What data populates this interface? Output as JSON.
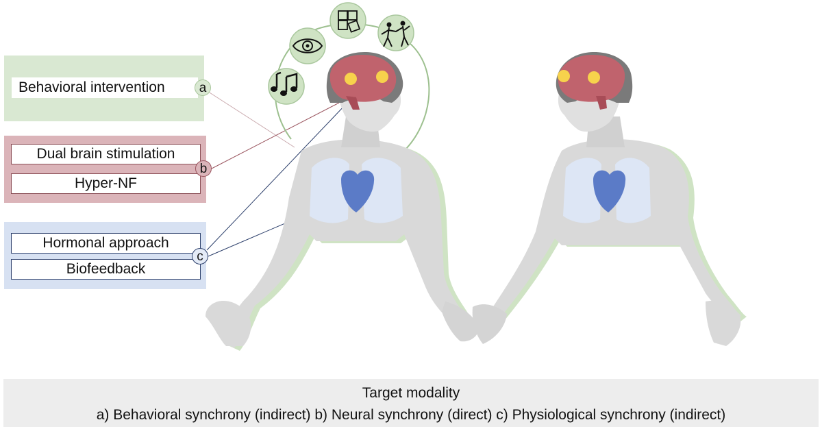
{
  "labels": {
    "behavioral": "Behavioral intervention",
    "dual": "Dual brain stimulation",
    "hypernf": "Hyper-NF",
    "hormonal": "Hormonal approach",
    "biofeedback": "Biofeedback",
    "a": "a",
    "b": "b",
    "c": "c"
  },
  "footer": {
    "title": "Target modality",
    "line": "a) Behavioral synchrony (indirect) b) Neural synchrony (direct) c) Physiological synchrony (indirect)"
  },
  "icons": [
    "music-notes-icon",
    "eye-icon",
    "puzzle-icon",
    "dancing-couple-icon"
  ],
  "colors": {
    "green": "#d9e8d2",
    "red": "#dbb4b9",
    "blue": "#d7e1f2",
    "brain": "#c0636d",
    "heart": "#5b7bc7"
  }
}
